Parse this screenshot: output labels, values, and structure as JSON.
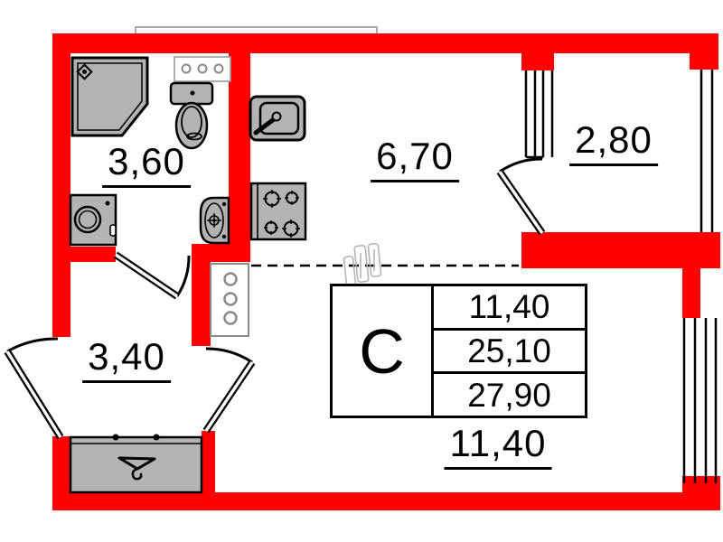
{
  "plan": {
    "rooms": {
      "bathroom_area": "3,60",
      "kitchen_room_area": "6,70",
      "balcony_area": "2,80",
      "hallway_area": "3,40",
      "living_room_area": "11,40"
    },
    "info_table": {
      "type_label": "С",
      "rows": [
        "11,40",
        "25,10",
        "27,90"
      ]
    },
    "colors": {
      "wall": "#ff0000",
      "fixture_fill": "#b3b3b3",
      "line": "#000000",
      "faint": "#9a9a9a"
    },
    "fixtures": [
      "shower",
      "toilet",
      "washing-machine",
      "bathroom-sink",
      "kitchen-sink",
      "stove",
      "utility-panel",
      "wardrobe"
    ]
  }
}
